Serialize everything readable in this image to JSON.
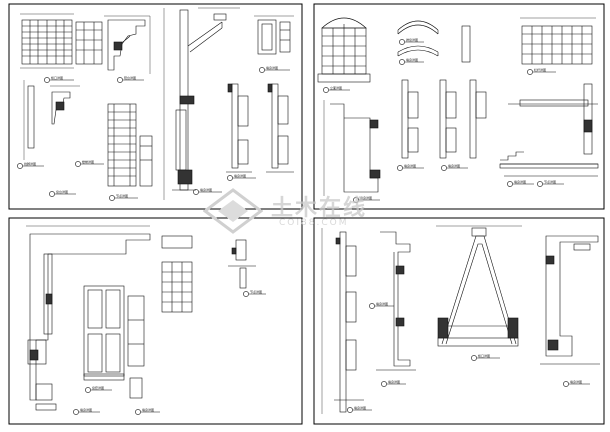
{
  "watermark": {
    "brand_text": "土木在线",
    "sub_text": "COI88.COM",
    "logo_icon": "diamond-logo-icon"
  },
  "colors": {
    "line": "#111111",
    "frame": "#000000",
    "fill_dark": "#333333",
    "watermark": "#cccccc"
  },
  "sheets": [
    {
      "id": "sheet-top-left",
      "detail_labels": [
        "檐口详图",
        "阳台详图",
        "线脚详图",
        "楼梯详图",
        "窗台详图",
        "节点详图",
        "墙身详图",
        "墙身详图",
        "墙身详图"
      ]
    },
    {
      "id": "sheet-top-right",
      "detail_labels": [
        "立面详图",
        "拱窗详图",
        "栏杆详图",
        "墙身详图",
        "墙身详图",
        "墙身详图",
        "墙身详图",
        "墙身详图",
        "节点详图"
      ]
    },
    {
      "id": "sheet-bottom-left",
      "detail_labels": [
        "墙身详图",
        "窗套详图",
        "墙身详图",
        "节点详图"
      ]
    },
    {
      "id": "sheet-bottom-right",
      "detail_labels": [
        "墙身详图",
        "墙身详图",
        "檐口详图",
        "墙身详图",
        "墙身详图"
      ]
    }
  ]
}
